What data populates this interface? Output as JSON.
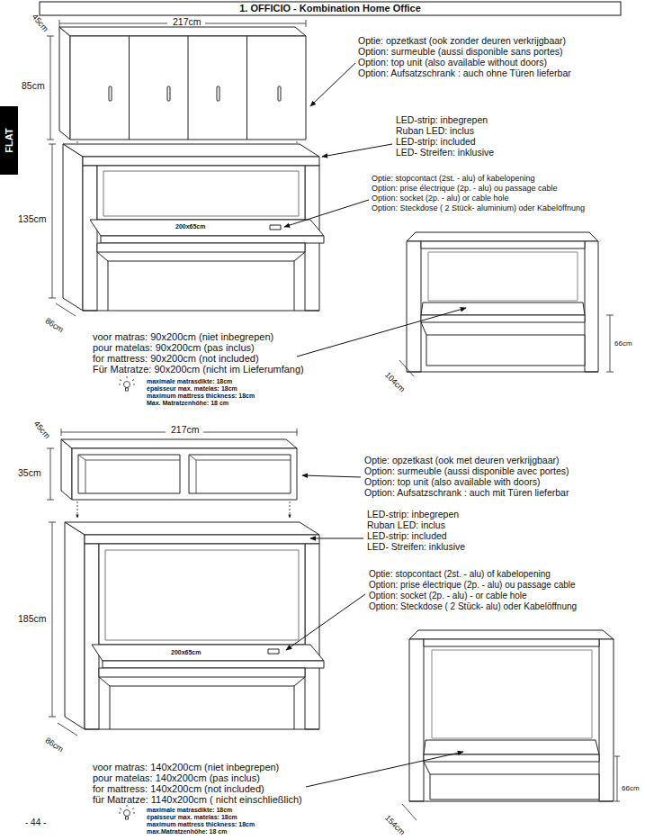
{
  "diagram": {
    "title": "1. OFFICIO - Kombination Home Office",
    "nodes": [
      {
        "text": [
          "FLAT"
        ]
      }
    ],
    "labels": [
      "217cm",
      "45cm",
      "85cm",
      "Optie: opzetkast (ook zonder deuren verkrijgbaar)",
      "Option: surmeuble (aussi disponible sans portes)",
      "Option: top unit (also available without doors)",
      "Option: Aufsatzschrank : auch ohne Türen lieferbar",
      "LED-strip: inbegrepen",
      "Ruban LED: inclus",
      "LED-strip: included",
      "LED- Streifen: inklusive",
      "Optie: stopcontact (2st. - alu) of kabelopening",
      "Option: prise électrique (2p. - alu) ou passage cable",
      "Option: socket (2p. - alu) or cable hole",
      "Option: Steckdose ( 2 Stück- aluminium) oder Kabelöffnung",
      "200x65cm",
      "135cm",
      "86cm",
      "66cm",
      "104cm",
      "voor matras: 90x200cm (niet inbegrepen)",
      "pour matelas: 90x200cm (pas inclus)",
      "for mattress: 90x200cm (not included)",
      "Für Matratze: 90x200cm (nicht im Lieferumfang)",
      "maximale matrasdikte: 18cm",
      "épaisseur max. matelas: 18cm",
      "maximum mattress thickness: 18cm",
      "Max. Matratzenhöhe: 18 cm",
      "217cm",
      "35cm",
      "45cm",
      "Optie: opzetkast (ook met deuren verkrijgbaar)",
      "Option: surmeuble (aussi disponible avec portes)",
      "Option: top unit (also available with doors)",
      "Option: Aufsatzschrank : auch mit Türen lieferbar",
      "LED-strip: inbegrepen",
      "Ruban LED: inclus",
      "LED-strip: included",
      "LED- Streifen: inklusive",
      "Optie: stopcontact (2st. - alu) of kabelopening",
      "Option: prise électrique (2p. - alu) ou passage cable",
      "Option: socket (2p. - alu) - or cable hole",
      "Option: Steckdose ( 2 Stück- alu) oder Kabelöffnung",
      "200x65cm",
      "185cm",
      "86cm",
      "66cm",
      "154cm",
      "voor matras: 140x200cm (niet inbegrepen)",
      "pour matelas: 140x200cm (pas inclus)",
      "for mattress: 140x200cm (not included)",
      "für Matratze: 1140x200cm ( nicht einschließlich)",
      "maximale matrasdikte: 18cm",
      "épaisseur max. matelas: 18cm",
      "maximum mattress thickness: 18cm",
      "max.Matratzenhöhe: 18 cm",
      "- 44 -"
    ]
  }
}
